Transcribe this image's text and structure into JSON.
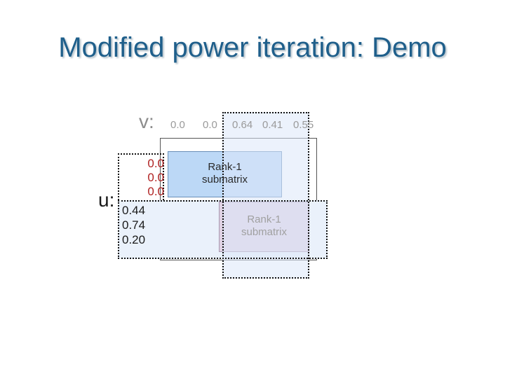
{
  "title": "Modified power iteration: Demo",
  "v": {
    "label": "v:",
    "values": [
      "0.0",
      "0.0",
      "0.64",
      "0.41",
      "0.55"
    ]
  },
  "u": {
    "label": "u:",
    "values": [
      "0.0",
      "0.0",
      "0.0",
      "0.44",
      "0.74",
      "0.20"
    ],
    "colors": [
      "#b02222",
      "#b02222",
      "#b02222",
      "#1a1a1a",
      "#1a1a1a",
      "#1a1a1a"
    ]
  },
  "submatrices": [
    {
      "label": "Rank-1\nsubmatrix",
      "color": "#bcd8f6"
    },
    {
      "label": "Rank-1\nsubmatrix",
      "color": "#e0d2e4"
    }
  ],
  "colors": {
    "title": "#1f5f8b",
    "red_values": "#b02222"
  }
}
